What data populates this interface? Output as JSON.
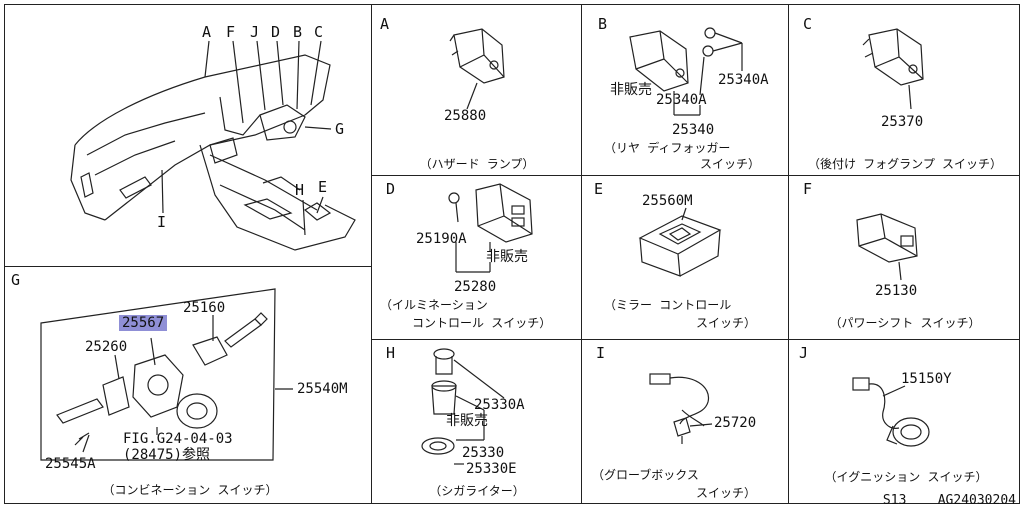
{
  "sheet": {
    "code": "S13",
    "figure_id": "AG24030204"
  },
  "overview": {
    "labels": [
      "A",
      "F",
      "J",
      "D",
      "B",
      "C",
      "G",
      "I",
      "H",
      "E"
    ]
  },
  "panel_g": {
    "letter": "G",
    "parts": {
      "p1": "25567",
      "p2": "25160",
      "p3": "25260",
      "p4": "25540M",
      "p5": "25545A"
    },
    "ref_line1": "FIG.G24-04-03",
    "ref_line2": "(28475)参照",
    "caption": "（コンビネーション スイッチ）"
  },
  "panels": {
    "a": {
      "letter": "A",
      "part": "25880",
      "caption": "（ハザード ランプ）"
    },
    "b": {
      "letter": "B",
      "part_main": "25340",
      "part_a1": "25340A",
      "part_a2": "25340A",
      "not_sold": "非販売",
      "caption_1": "（リヤ ディフォッガー",
      "caption_2": "スイッチ）"
    },
    "c": {
      "letter": "C",
      "part": "25370",
      "caption": "（後付け フォグランプ スイッチ）"
    },
    "d": {
      "letter": "D",
      "part_a": "25190A",
      "part_main": "25280",
      "not_sold": "非販売",
      "caption_1": "（イルミネーション",
      "caption_2": "コントロール スイッチ）"
    },
    "e": {
      "letter": "E",
      "part": "25560M",
      "caption_1": "（ミラー コントロール",
      "caption_2": "スイッチ）"
    },
    "f": {
      "letter": "F",
      "part": "25130",
      "caption": "（パワーシフト スイッチ）"
    },
    "h": {
      "letter": "H",
      "part_a": "25330A",
      "part_main": "25330",
      "part_e": "25330E",
      "not_sold": "非販売",
      "caption": "（シガライター）"
    },
    "i": {
      "letter": "I",
      "part": "25720",
      "caption_1": "（グローブボックス",
      "caption_2": "スイッチ）"
    },
    "j": {
      "letter": "J",
      "part": "15150Y",
      "caption": "（イグニッション スイッチ）"
    }
  }
}
